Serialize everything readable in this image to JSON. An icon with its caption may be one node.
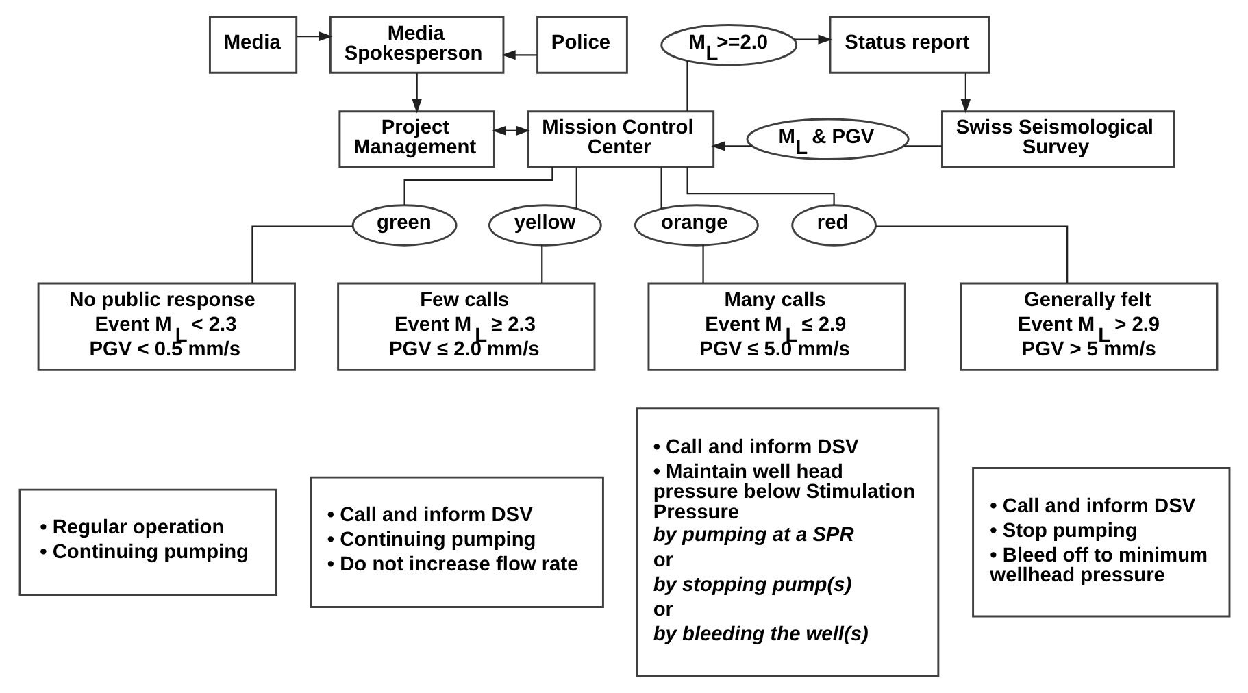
{
  "diagram": {
    "nodes": [
      {
        "text": [
          "Media"
        ]
      },
      {
        "text": [
          "Media Spokesperson"
        ]
      },
      {
        "text": [
          "Police"
        ]
      },
      {
        "text": [
          "M$_{L}$>=2.0"
        ]
      },
      {
        "text": [
          "Status report"
        ]
      },
      {
        "text": [
          "Project Management"
        ]
      },
      {
        "text": [
          "Mission Control Center"
        ]
      },
      {
        "text": [
          "M$_{L}$ & PGV"
        ]
      },
      {
        "text": [
          "Swiss Seismological Survey"
        ]
      },
      {
        "text": [
          "green"
        ]
      },
      {
        "text": [
          "yellow"
        ]
      },
      {
        "text": [
          "orange"
        ]
      },
      {
        "text": [
          "red"
        ]
      },
      {
        "text": [
          "No public response",
          "Event M$_{L}$ < 2.3",
          "PGV < 0.5 mm/s"
        ]
      },
      {
        "text": [
          "Few calls",
          "Event M$_{L}$ ≥ 2.3",
          "PGV ≤ 2.0 mm/s"
        ]
      },
      {
        "text": [
          "Many calls",
          "Event M$_{L}$ ≤ 2.9",
          "PGV ≤ 5.0 mm/s"
        ]
      },
      {
        "text": [
          "Generally felt",
          "Event M$_{L}$ > 2.9",
          "PGV > 5 mm/s"
        ]
      },
      {
        "text": [
          "• Regular operation",
          "• Continuing pumping"
        ]
      },
      {
        "text": [
          "• Call and inform DSV",
          "• Continuing pumping",
          "• Do not increase flow rate"
        ]
      },
      {
        "text": [
          "• Call and inform DSV",
          "• Maintain well head pressure below Stimulation Pressure",
          "*by pumping at a SPR*",
          "or",
          "*by stopping pump(s)*",
          "or",
          "*by bleeding the well(s)*"
        ]
      },
      {
        "text": [
          "• Call and inform DSV",
          "• Stop pumping",
          "• Bleed off to minimum wellhead pressure"
        ]
      }
    ],
    "edges": [
      {
        "from": 0,
        "to": 1,
        "arrow": "to"
      },
      {
        "from": 2,
        "to": 1,
        "arrow": "to"
      },
      {
        "from": 1,
        "to": 5,
        "arrow": "to"
      },
      {
        "from": 5,
        "to": 6,
        "arrow": "both"
      },
      {
        "from": 6,
        "to": 3,
        "arrow": "none"
      },
      {
        "from": 3,
        "to": 4,
        "arrow": "to"
      },
      {
        "from": 4,
        "to": 8,
        "arrow": "to"
      },
      {
        "from": 8,
        "to": 7,
        "arrow": "none"
      },
      {
        "from": 7,
        "to": 6,
        "arrow": "to"
      },
      {
        "from": 6,
        "to": 9,
        "arrow": "none"
      },
      {
        "from": 6,
        "to": 10,
        "arrow": "none"
      },
      {
        "from": 6,
        "to": 11,
        "arrow": "none"
      },
      {
        "from": 6,
        "to": 12,
        "arrow": "none"
      },
      {
        "from": 9,
        "to": 13,
        "arrow": "none"
      },
      {
        "from": 10,
        "to": 14,
        "arrow": "none"
      },
      {
        "from": 11,
        "to": 15,
        "arrow": "none"
      },
      {
        "from": 12,
        "to": 16,
        "arrow": "none"
      }
    ]
  }
}
